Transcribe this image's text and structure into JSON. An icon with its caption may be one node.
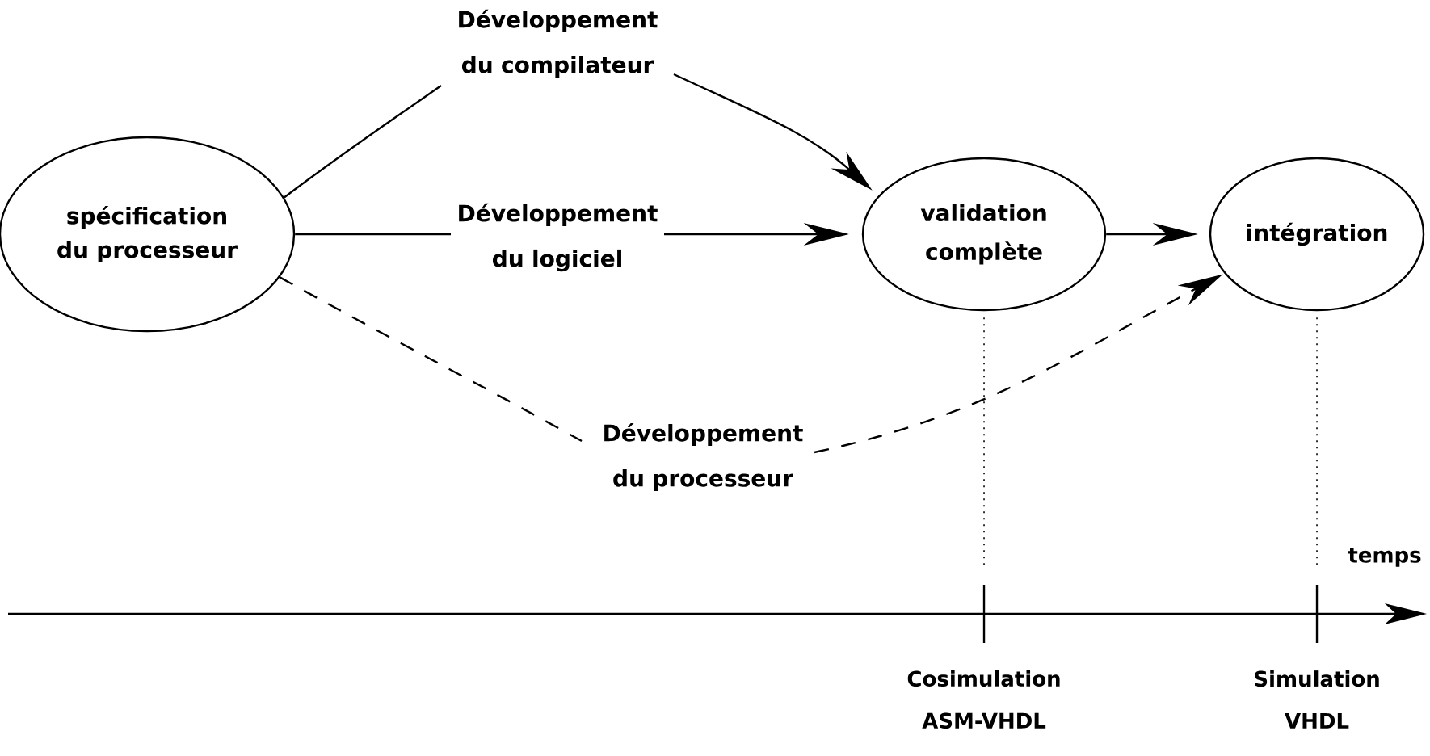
{
  "diagram": {
    "nodes": [
      {
        "text": [
          "spécification du processeur"
        ]
      },
      {
        "text": [
          "validation complète"
        ]
      },
      {
        "text": [
          "intégration"
        ]
      }
    ],
    "edges": [
      {
        "from": 0,
        "to": 1,
        "arrow": "to",
        "label": "Développement du compilateur"
      },
      {
        "from": 0,
        "to": 1,
        "arrow": "to",
        "label": "Développement du logiciel"
      },
      {
        "from": 0,
        "to": 2,
        "arrow": "to",
        "label": "Développement du processeur",
        "style": "dashed"
      },
      {
        "from": 1,
        "to": 2,
        "arrow": "to"
      }
    ],
    "labels": [
      "temps",
      "Cosimulation ASM-VHDL",
      "Simulation VHDL"
    ]
  }
}
